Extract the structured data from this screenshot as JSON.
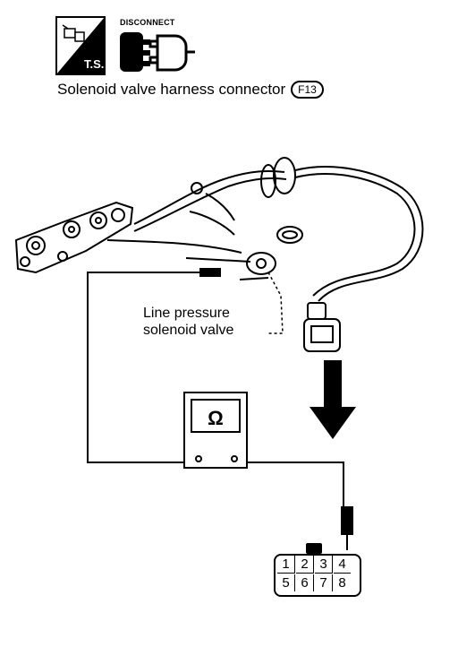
{
  "icons": {
    "ts": {
      "name": "ts-icon",
      "label": "T.S."
    },
    "disconnect": {
      "name": "disconnect-icon",
      "label": "DISCONNECT"
    }
  },
  "caption": {
    "text": "Solenoid valve harness connector",
    "connector_id": "F13"
  },
  "labels": {
    "solenoid_line1": "Line pressure",
    "solenoid_line2": "solenoid valve"
  },
  "meter": {
    "symbol": "Ω"
  },
  "connector_pins": {
    "top_row": [
      "1",
      "2",
      "3",
      "4"
    ],
    "bottom_row": [
      "5",
      "6",
      "7",
      "8"
    ]
  }
}
